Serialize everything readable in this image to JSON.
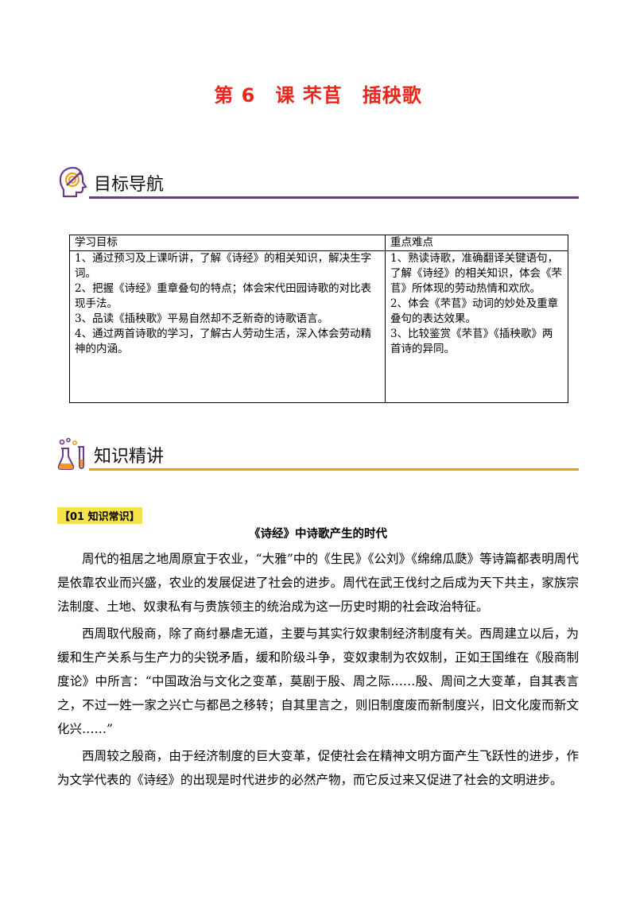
{
  "title": "第 6　课 芣苢　插秧歌",
  "colors": {
    "title": "#e8261c",
    "rule": "#6a3a8c",
    "tag_bg": "#f7e24a"
  },
  "sections": [
    {
      "label": "目标导航",
      "icon": "target-head-icon"
    },
    {
      "label": "知识精讲",
      "icon": "lab-flask-icon"
    }
  ],
  "goals_table": {
    "headers": [
      "学习目标",
      "重点难点"
    ],
    "left_items": [
      "1、通过预习及上课听讲，了解《诗经》的相关知识，解决生字词。",
      "2、把握《诗经》重章叠句的特点；体会宋代田园诗歌的对比表现手法。",
      "3、品读《插秧歌》平易自然却不乏新奇的诗歌语言。",
      "4、通过两首诗歌的学习，了解古人劳动生活，深入体会劳动精神的内涵。"
    ],
    "right_items": [
      "1、熟读诗歌，准确翻译关键语句，了解《诗经》的相关知识，体会《芣苢》所体现的劳动热情和欢欣。",
      "2、体会《芣苢》动词的妙处及重章叠句的表达效果。",
      "3、比较鉴赏《芣苢》《插秧歌》两首诗的异同。"
    ]
  },
  "knowledge": {
    "tag": "【01 知识常识】",
    "subtitle": "《诗经》中诗歌产生的时代",
    "paragraphs": [
      "周代的祖居之地周原宜于农业，“大雅”中的《生民》《公刘》《绵绵瓜瓞》等诗篇都表明周代是依靠农业而兴盛，农业的发展促进了社会的进步。周代在武王伐纣之后成为天下共主，家族宗法制度、土地、奴隶私有与贵族领主的统治成为这一历史时期的社会政治特征。",
      "西周取代殷商，除了商纣暴虐无道，主要与其实行奴隶制经济制度有关。西周建立以后，为缓和生产关系与生产力的尖锐矛盾，缓和阶级斗争，变奴隶制为农奴制，正如王国维在《殷商制度论》中所言：“中国政治与文化之变革，莫剧于殷、周之际……殷、周间之大变革，自其表言之，不过一姓一家之兴亡与都邑之移转；自其里言之，则旧制度废而新制度兴，旧文化废而新文化兴……”",
      "西周较之殷商，由于经济制度的巨大变革，促使社会在精神文明方面产生飞跃性的进步，作为文学代表的《诗经》的出现是时代进步的必然产物，而它反过来又促进了社会的文明进步。"
    ]
  }
}
